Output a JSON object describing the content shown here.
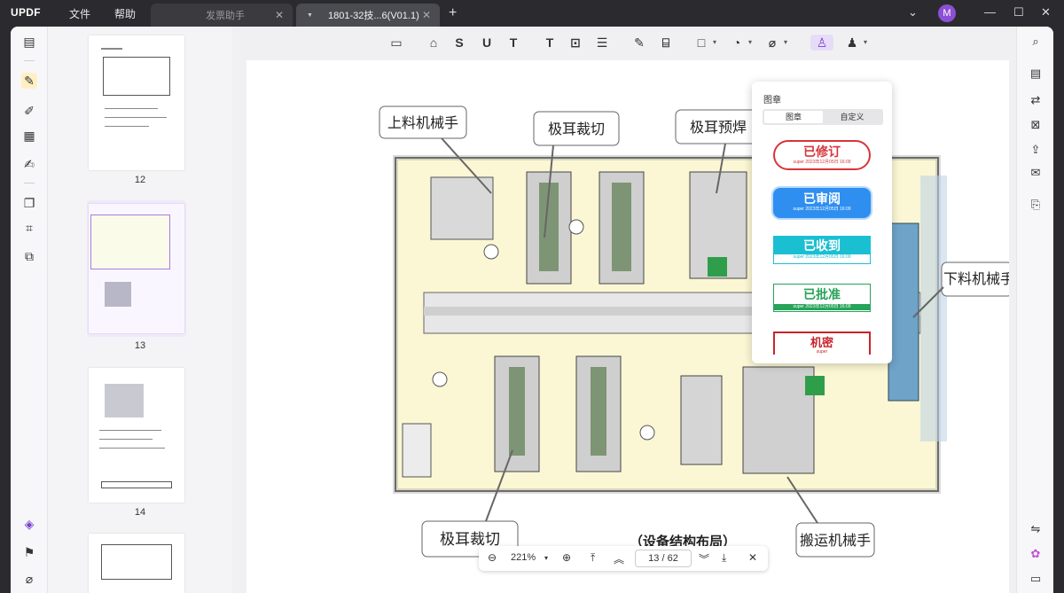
{
  "app": {
    "brand_main": "UPDF",
    "menus": [
      "文件",
      "帮助"
    ]
  },
  "tabs": [
    {
      "label": "发票助手",
      "active": false
    },
    {
      "label": "1801-32技...6(V01.1)",
      "active": true
    }
  ],
  "user": {
    "avatar_letter": "M"
  },
  "window_controls": {
    "chevron": "⌄",
    "minimize": "—",
    "maximize": "☐",
    "close": "✕"
  },
  "thumbnails": [
    {
      "page": "12"
    },
    {
      "page": "13",
      "selected": true
    },
    {
      "page": "14"
    }
  ],
  "stamp_panel": {
    "title": "图章",
    "tabs": [
      "图章",
      "自定义"
    ],
    "stamps": [
      {
        "text": "已修订",
        "sub": "super 2023年12月05日 16:09",
        "color": "#d8343b",
        "style": "outline"
      },
      {
        "text": "已审阅",
        "sub": "super 2023年12月05日 16:09",
        "color": "#2e8ff0",
        "style": "filled"
      },
      {
        "text": "已收到",
        "sub": "super 2023年12月05日 16:09",
        "color": "#1bbfd2",
        "style": "top-filled"
      },
      {
        "text": "已批准",
        "sub": "super 2023年12月05日 16:09",
        "color": "#27a35a",
        "style": "bottom-filled"
      },
      {
        "text": "机密",
        "sub": "super",
        "color": "#c8232b",
        "style": "outline-partial"
      }
    ]
  },
  "drawing": {
    "labels": [
      "上料机械手",
      "极耳裁切",
      "极耳预焊",
      "下料机械手",
      "极耳裁切",
      "搬运机械手"
    ],
    "caption": "（设备结构布局）"
  },
  "navbar": {
    "zoom": "221%",
    "current_page": "13",
    "separator": "/",
    "total_pages": "62"
  },
  "colors": {
    "accent": "#7a3fd0",
    "brand_orange": "#ff9f1a",
    "avatar": "#8d4fd6"
  }
}
